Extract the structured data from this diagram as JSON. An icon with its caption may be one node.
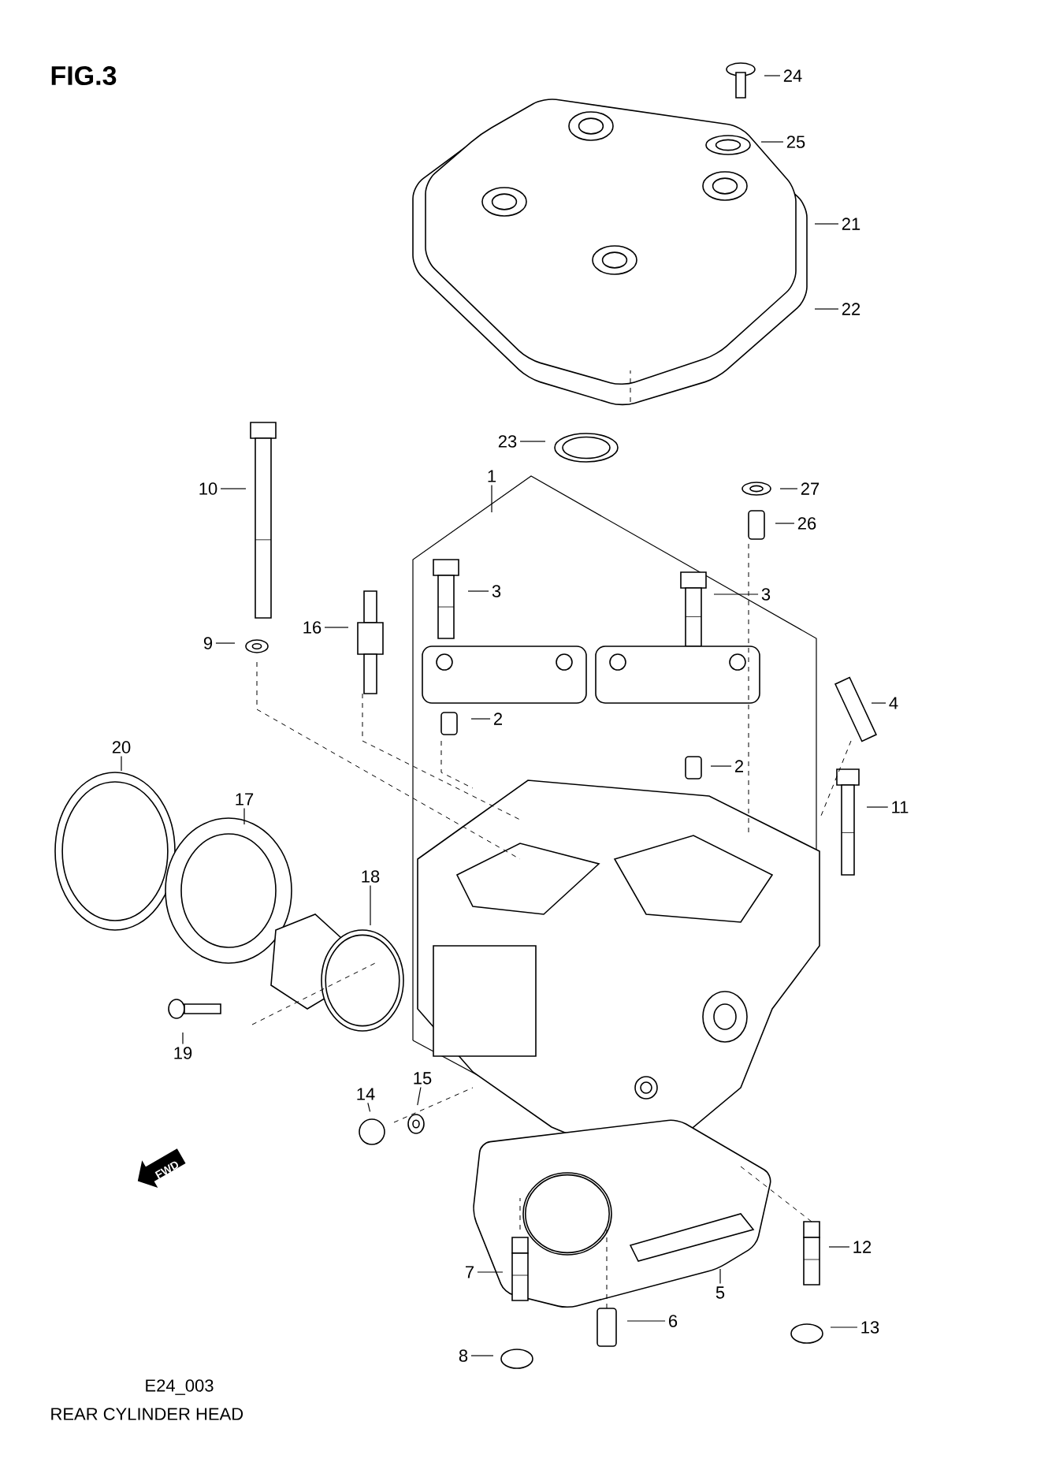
{
  "diagram": {
    "title": "FIG.3",
    "caption": "REAR CYLINDER HEAD",
    "nodes": [
      {
        "text": [
          "1"
        ]
      },
      {
        "text": [
          "2"
        ]
      },
      {
        "text": [
          "2"
        ]
      },
      {
        "text": [
          "3"
        ]
      },
      {
        "text": [
          "3"
        ]
      },
      {
        "text": [
          "4"
        ]
      },
      {
        "text": [
          "5"
        ]
      },
      {
        "text": [
          "6"
        ]
      },
      {
        "text": [
          "7"
        ]
      },
      {
        "text": [
          "8"
        ]
      },
      {
        "text": [
          "9"
        ]
      },
      {
        "text": [
          "10"
        ]
      },
      {
        "text": [
          "11"
        ]
      },
      {
        "text": [
          "12"
        ]
      },
      {
        "text": [
          "13"
        ]
      },
      {
        "text": [
          "14"
        ]
      },
      {
        "text": [
          "15"
        ]
      },
      {
        "text": [
          "16"
        ]
      },
      {
        "text": [
          "17"
        ]
      },
      {
        "text": [
          "18"
        ]
      },
      {
        "text": [
          "19"
        ]
      },
      {
        "text": [
          "20"
        ]
      },
      {
        "text": [
          "21"
        ]
      },
      {
        "text": [
          "22"
        ]
      },
      {
        "text": [
          "23"
        ]
      },
      {
        "text": [
          "24"
        ]
      },
      {
        "text": [
          "25"
        ]
      },
      {
        "text": [
          "26"
        ]
      },
      {
        "text": [
          "27"
        ]
      }
    ],
    "edges": [
      {
        "from": 0,
        "to": null,
        "arrow": "none"
      },
      {
        "from": 1,
        "to": null,
        "arrow": "none"
      },
      {
        "from": 2,
        "to": null,
        "arrow": "none"
      },
      {
        "from": 3,
        "to": null,
        "arrow": "none"
      },
      {
        "from": 4,
        "to": null,
        "arrow": "none"
      },
      {
        "from": 5,
        "to": null,
        "arrow": "none"
      },
      {
        "from": 6,
        "to": null,
        "arrow": "none"
      },
      {
        "from": 7,
        "to": null,
        "arrow": "none"
      },
      {
        "from": 8,
        "to": null,
        "arrow": "none"
      },
      {
        "from": 9,
        "to": null,
        "arrow": "none"
      },
      {
        "from": 10,
        "to": null,
        "arrow": "none"
      },
      {
        "from": 11,
        "to": null,
        "arrow": "none"
      },
      {
        "from": 12,
        "to": null,
        "arrow": "none"
      },
      {
        "from": 13,
        "to": null,
        "arrow": "none"
      },
      {
        "from": 14,
        "to": null,
        "arrow": "none"
      },
      {
        "from": 15,
        "to": null,
        "arrow": "none"
      },
      {
        "from": 16,
        "to": null,
        "arrow": "none"
      },
      {
        "from": 17,
        "to": null,
        "arrow": "none"
      },
      {
        "from": 18,
        "to": null,
        "arrow": "none"
      },
      {
        "from": 19,
        "to": null,
        "arrow": "none"
      },
      {
        "from": 20,
        "to": null,
        "arrow": "none"
      },
      {
        "from": 21,
        "to": null,
        "arrow": "none"
      },
      {
        "from": 22,
        "to": null,
        "arrow": "none"
      },
      {
        "from": 23,
        "to": null,
        "arrow": "none"
      },
      {
        "from": 24,
        "to": null,
        "arrow": "none"
      },
      {
        "from": 25,
        "to": null,
        "arrow": "none"
      },
      {
        "from": 26,
        "to": null,
        "arrow": "none"
      },
      {
        "from": 27,
        "to": null,
        "arrow": "none"
      },
      {
        "from": 28,
        "to": null,
        "arrow": "none"
      }
    ],
    "labels": [
      "FWD",
      "E24_003"
    ]
  }
}
